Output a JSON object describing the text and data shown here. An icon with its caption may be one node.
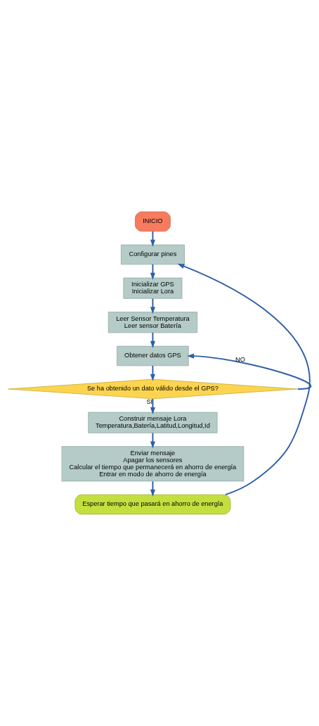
{
  "diagram": {
    "nodes": [
      {
        "text": [
          "INICIO"
        ]
      },
      {
        "text": [
          "Configurar pines"
        ]
      },
      {
        "text": [
          "Inicializar GPS",
          "Inicializar Lora"
        ]
      },
      {
        "text": [
          "Leer Sensor Temperatura",
          "Leer sensor Batería"
        ]
      },
      {
        "text": [
          "Obtener datos GPS"
        ]
      },
      {
        "text": [
          "Se ha obtenido un dato válido desde el GPS?"
        ]
      },
      {
        "text": [
          "Construir mensaje Lora",
          "Temperatura,Batería,Latitud,Longitud,Id"
        ]
      },
      {
        "text": [
          "Enviar mensaje",
          "Apagar los sensores",
          "Calcular el tiempo que permanecerá en ahorro de energía",
          "Entrar en modo de ahorro de energía"
        ]
      },
      {
        "text": [
          "Esperar tiempo que pasará en ahorro de energía"
        ]
      }
    ],
    "edges": [
      {
        "from": 0,
        "to": 1,
        "arrow": "to"
      },
      {
        "from": 1,
        "to": 2,
        "arrow": "to"
      },
      {
        "from": 2,
        "to": 3,
        "arrow": "to"
      },
      {
        "from": 3,
        "to": 4,
        "arrow": "to"
      },
      {
        "from": 4,
        "to": 5,
        "arrow": "to"
      },
      {
        "from": 5,
        "to": 6,
        "arrow": "to",
        "label": "SI"
      },
      {
        "from": 5,
        "to": 4,
        "arrow": "to",
        "label": "NO"
      },
      {
        "from": 6,
        "to": 7,
        "arrow": "to"
      },
      {
        "from": 7,
        "to": 8,
        "arrow": "to"
      },
      {
        "from": 8,
        "to": 1,
        "arrow": "to"
      }
    ]
  }
}
